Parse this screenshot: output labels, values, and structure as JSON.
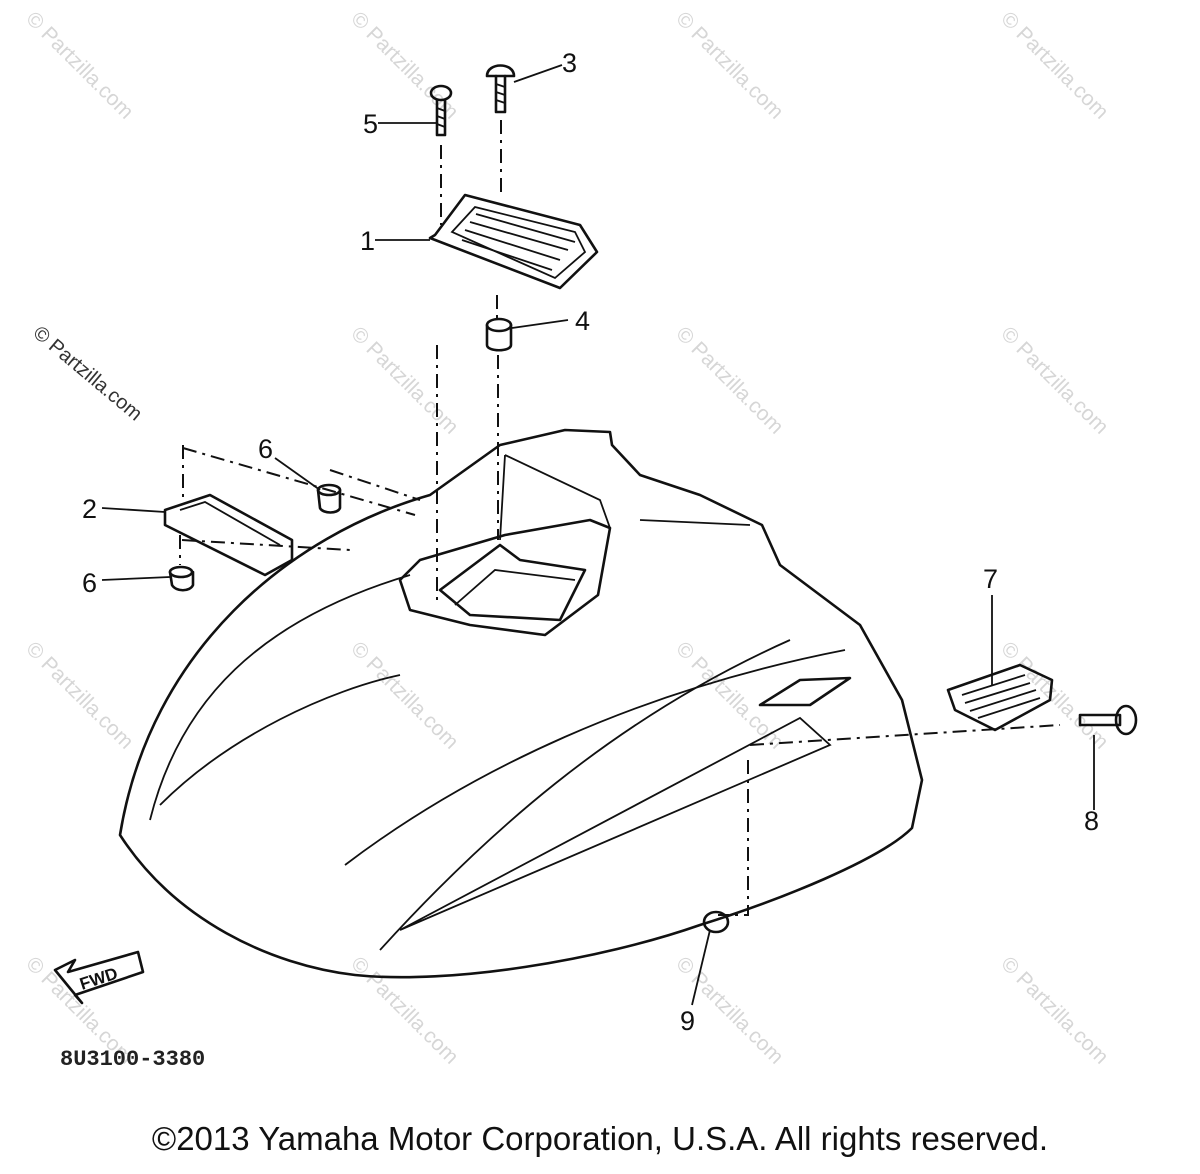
{
  "watermark": "© Partzilla.com",
  "callouts": {
    "part_1": "1",
    "part_2": "2",
    "part_3": "3",
    "part_4": "4",
    "part_5": "5",
    "part_6_upper": "6",
    "part_6_lower": "6",
    "part_7": "7",
    "part_8": "8",
    "part_9": "9"
  },
  "fwd_label": "FWD",
  "diagram_code": "8U3100-3380",
  "copyright": "©2013 Yamaha Motor Corporation, U.S.A. All rights reserved."
}
